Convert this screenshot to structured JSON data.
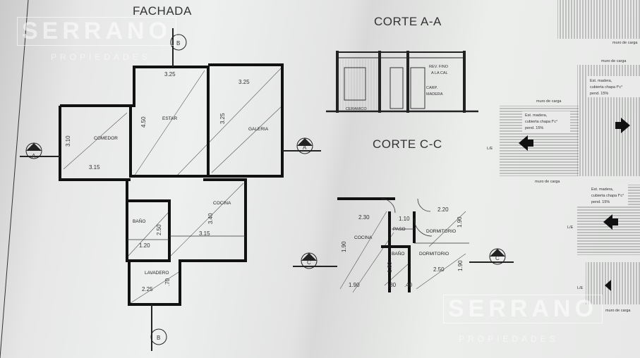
{
  "titles": {
    "fachada": "FACHADA",
    "corte_aa": "CORTE A-A",
    "corte_cc": "CORTE C-C"
  },
  "watermark": {
    "brand": "SERRANO",
    "sub": "PROPIEDADES"
  },
  "plan1": {
    "rooms": {
      "comedor": "COMEDOR",
      "estar": "ESTAR",
      "galeria": "GALERIA",
      "bano": "BAÑO",
      "cocina": "COCINA",
      "lavadero": "LAVADERO"
    },
    "dims": {
      "d325a": "3.25",
      "d325b": "3.25",
      "d315a": "3.15",
      "d315b": "3.15",
      "d450": "4.50",
      "d325c": "3.25",
      "d310": "3.10",
      "d340": "3.40",
      "d250": "2.50",
      "d120": "1.20",
      "d225": "2.25",
      "d070": ".70"
    },
    "markers": {
      "a_left": "A",
      "a_right": "A",
      "b_top": "B",
      "b_bottom": "B"
    }
  },
  "section_aa": {
    "labels": {
      "rev": "REV. FINO",
      "cal": "A LA CAL",
      "carp": "CARP.",
      "madera": "MADERA",
      "ceramico": "CERAMICO"
    }
  },
  "plan2": {
    "rooms": {
      "cocina": "COCINA",
      "paso": "PASO",
      "dormitorio1": "DORMITORIO",
      "dormitorio2": "DORMITORIO",
      "bano": "BAÑO"
    },
    "dims": {
      "d230": "2.30",
      "d110": "1.10",
      "d220": "2.20",
      "d190a": "1.90",
      "d190b": "1.90",
      "d190c": "1.90",
      "d250": "2.50",
      "d080": ".80",
      "d040": ".40",
      "d180": "1.80",
      "d190d": "1.90"
    },
    "markers": {
      "c_left": "C",
      "c_right": "C"
    }
  },
  "roof": {
    "muro1": "muro de carga",
    "muro2": "muro de carga",
    "muro3": "muro de carga",
    "muro4": "muro de carga",
    "muro5": "muro de carga",
    "note1": [
      "Est. madera,",
      "cubierta chapa f°c°",
      "pend. 15%"
    ],
    "note2": [
      "Est. madera,",
      "cubierta chapa f°c°",
      "pend. 15%"
    ],
    "note3": [
      "Est. madera,",
      "cubierta chapa f°c°",
      "pend. 15%"
    ],
    "le1": "L/E",
    "le2": "L/E",
    "le3": "L/E"
  }
}
